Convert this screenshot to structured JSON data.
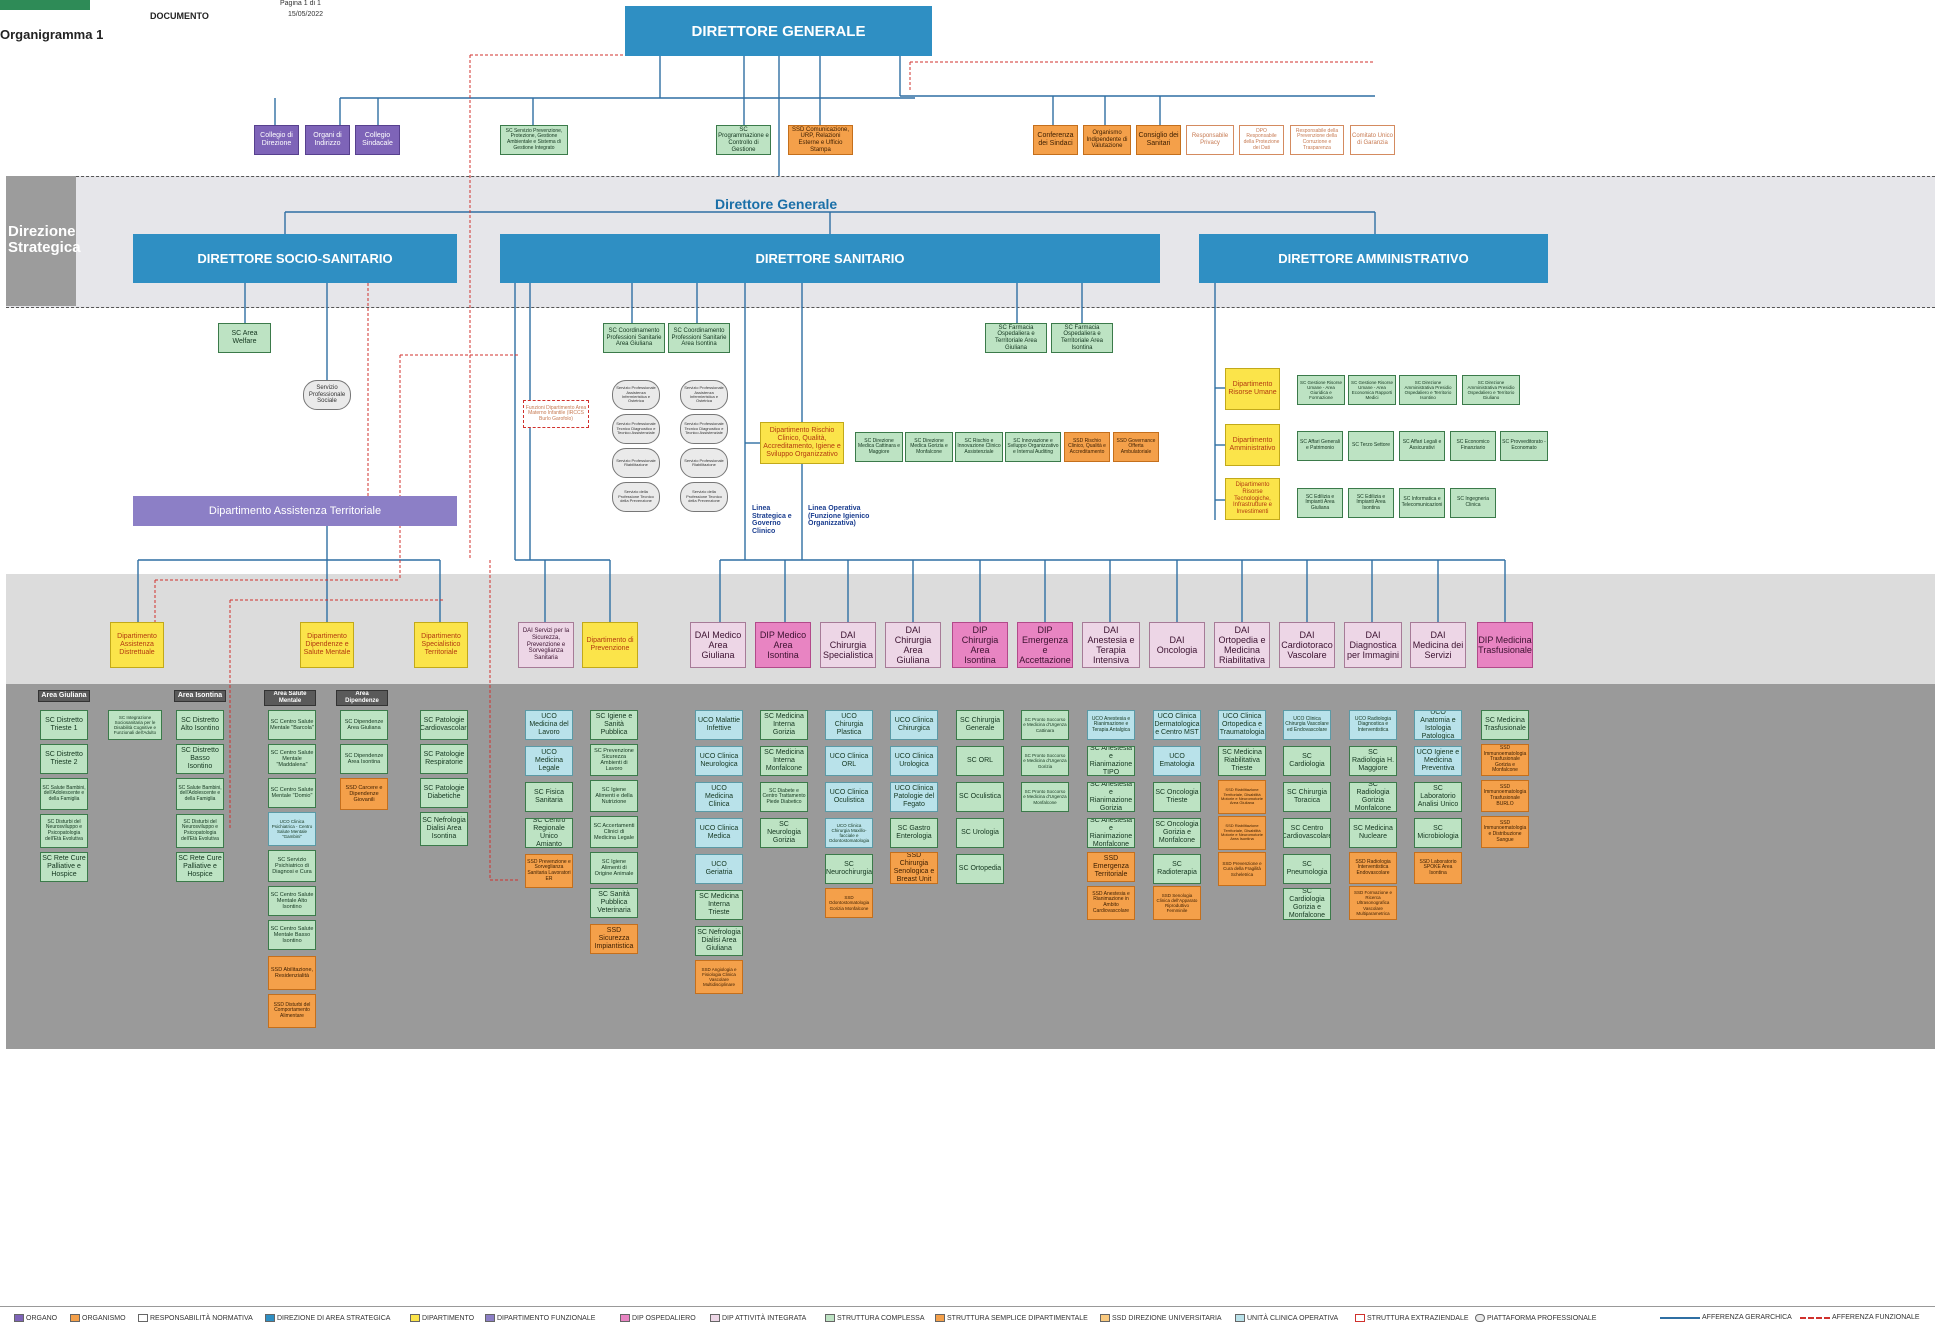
{
  "header": {
    "page": "Pagina 1 di 1",
    "document": "DOCUMENTO",
    "date": "15/05/2022",
    "title": "Organigramma 1"
  },
  "top": {
    "direttore_generale": "DIRETTORE GENERALE"
  },
  "dg_left": [
    "Collegio di Direzione",
    "Organi di Indirizzo",
    "Collegio Sindacale"
  ],
  "dg_mid": [
    "SC Servizio Prevenzione, Protezione, Gestione Ambientale e Sistema di Gestione Integrato",
    "SC Programmazione e Controllo di Gestione",
    "SSD Comunicazione, URP, Relazioni Esterne e Ufficio Stampa"
  ],
  "dg_right": [
    "Conferenza dei Sindaci",
    "Organismo Indipendente di Valutazione",
    "Consiglio dei Sanitari",
    "Responsabile Privacy",
    "DPO Responsabile della Protezione dei Dati",
    "Responsabile della Prevenzione della Corruzione e Trasparenza",
    "Comitato Unico di Garanzia"
  ],
  "strategic": {
    "label": "Direzione Strategica",
    "dg_label": "Direttore Generale",
    "socio": "DIRETTORE SOCIO-SANITARIO",
    "sanitario": "DIRETTORE SANITARIO",
    "amministrativo": "DIRETTORE AMMINISTRATIVO"
  },
  "socio": {
    "welfare": "SC Area Welfare",
    "sociale": "Servizio Professionale Sociale",
    "dat": "Dipartimento Assistenza Territoriale"
  },
  "sanitario": {
    "coord": [
      "SC Coordinamento Professioni Sanitarie Area Giuliana",
      "SC Coordinamento Professioni Sanitarie Area Isontina"
    ],
    "coord_services": [
      "Servizio Professionale Assistenza Infermieristica e Ostetrica",
      "Servizio Professionale Tecnico Diagnostico e Tecnico Assistenziale",
      "Servizio Professionale Riabilitazione",
      "Servizio della Professione Tecnico della Prevenzione"
    ],
    "funzioni": "Funzioni Dipartimento Area Materno Infantile (IRCCS Burlo Garofolo)",
    "farmacia": [
      "SC Farmacia Ospedaliera e Territoriale Area Giuliana",
      "SC Farmacia Ospedaliera e Territoriale Area Isontina"
    ],
    "rischio": "Dipartimento Rischio Clinico, Qualità, Accreditamento, Igiene e Sviluppo Organizzativo",
    "rischio_children": [
      "SC Direzione Medica Cattinara e Maggiore",
      "SC Direzione Medica Gorizia e Monfalcone",
      "SC Rischio e Innovazione Clinico Assistenziale",
      "SC Innovazione e Sviluppo Organizzativo e Internal Auditing",
      "SSD Rischio Clinico, Qualità e Accreditamento",
      "SSD Governance Offerta Ambulatoriale"
    ],
    "linea_strategica": "Linea Strategica e Governo Clinico",
    "linea_operativa": "Linea Operativa (Funzione Igienico Organizzativa)"
  },
  "amm": {
    "risorse": "Dipartimento Risorse Umane",
    "risorse_children": [
      "SC Gestione Risorse Umane - Area Giuridica e Formazione",
      "SC Gestione Risorse Umane - Area Economica Rapporti Medici",
      "SC Direzione Amministrativa Presidio Ospedaliero e Territorio Isontino",
      "SC Direzione Amministrativa Presidio Ospedaliero e Territorio Giuliano"
    ],
    "amministrativo": "Dipartimento Amministrativo",
    "amministrativo_children": [
      "SC Affari Generali e Patrimonio",
      "SC Terzo Settore",
      "SC Affari Legali e Assicurativi",
      "SC Economico Finanziario",
      "SC Provveditorato - Economato"
    ],
    "tecnologie": "Dipartimento Risorse Tecnologiche, Infrastrutture e Investimenti",
    "tecnologie_children": [
      "SC Edilizia e Impianti Area Giuliana",
      "SC Edilizia e Impianti Area Isontina",
      "SC Informatica e Telecomunicazioni",
      "SC Ingegneria Clinica"
    ]
  },
  "left_depts": [
    {
      "name": "Dipartimento Assistenza Distrettuale",
      "groups": [
        {
          "head": "Area Giuliana",
          "items": [
            "SC Distretto Trieste 1",
            "SC Distretto Trieste 2",
            "SC Salute Bambini, dell'Adolescente e della Famiglia",
            "SC Disturbi del Neurosviluppo e Psicopatologia dell'Età Evolutiva",
            "SC Rete Cure Palliative e Hospice"
          ]
        },
        {
          "head": "",
          "items": [
            "SC Integrazione Sociosanitaria per le Disabilità Cognitive e Funzionali dell'Adulto"
          ]
        },
        {
          "head": "Area Isontina",
          "items": [
            "SC Distretto Alto Isontino",
            "SC Distretto Basso Isontino",
            "SC Salute Bambini, dell'Adolescente e della Famiglia",
            "SC Disturbi del Neurosviluppo e Psicopatologia dell'Età Evolutiva",
            "SC Rete Cure Palliative e Hospice"
          ]
        }
      ]
    },
    {
      "name": "Dipartimento Dipendenze e Salute Mentale",
      "groups": [
        {
          "head": "Area Salute Mentale",
          "items": [
            "SC Centro Salute Mentale \"Barcola\"",
            "SC Centro Salute Mentale \"Maddalena\"",
            "SC Centro Salute Mentale \"Domio\"",
            "UCO Clinica Psichiatrica - Centro Salute Mentale \"Gambini\"",
            "SC Servizio Psichiatrico di Diagnosi e Cura",
            "SC Centro Salute Mentale Alto Isontino",
            "SC Centro Salute Mentale Basso Isontino",
            "SSD Abilitazione, Residenzialità",
            "SSD Disturbi del Comportamento Alimentare"
          ]
        },
        {
          "head": "Area Dipendenze",
          "items": [
            "SC Dipendenze Area Giuliana",
            "SC Dipendenze Area Isontina",
            "SSD Carcere e Dipendenze Giovanili"
          ]
        }
      ]
    },
    {
      "name": "Dipartimento Specialistico Territoriale",
      "groups": [
        {
          "head": "",
          "items": [
            "SC Patologie Cardiovascolari",
            "SC Patologie Respiratorie",
            "SC Patologie Diabetiche",
            "SC Nefrologia Dialisi Area Isontina"
          ]
        }
      ]
    }
  ],
  "dai_cols": [
    {
      "name": "DAI Servizi per la Sicurezza, Prevenzione e Sorveglianza Sanitaria",
      "items": [
        "UCO Medicina del Lavoro",
        "UCO Medicina Legale",
        "SC Fisica Sanitaria",
        "SC Centro Regionale Unico Amianto",
        "SSD Prevenzione e Sorveglianza Sanitaria Lavoratori ER"
      ]
    },
    {
      "name": "Dipartimento di Prevenzione",
      "items": [
        "SC Igiene e Sanità Pubblica",
        "SC Prevenzione Sicurezza Ambienti di Lavoro",
        "SC Igiene Alimenti e della Nutrizione",
        "SC Accertamenti Clinici di Medicina Legale",
        "SC Igiene Alimenti di Origine Animale",
        "SC Sanità Pubblica Veterinaria",
        "SSD Sicurezza Impiantistica"
      ]
    },
    {
      "name": "DAI Medico Area Giuliana",
      "items": [
        "UCO Malattie Infettive",
        "UCO Clinica Neurologica",
        "UCO Medicina Clinica",
        "UCO Clinica Medica",
        "UCO Geriatria",
        "SC Medicina Interna Trieste",
        "SC Nefrologia Dialisi Area Giuliana",
        "SSD Angiologia e Fisiologia Clinica Vascolare Multidisciplinare"
      ]
    },
    {
      "name": "DIP Medico Area Isontina",
      "items": [
        "SC Medicina Interna Gorizia",
        "SC Medicina Interna Monfalcone",
        "SC Diabete e Centro Trattamento Piede Diabetico",
        "SC Neurologia Gorizia"
      ]
    },
    {
      "name": "DAI Chirurgia Specialistica",
      "items": [
        "UCO Chirurgia Plastica",
        "UCO Clinica ORL",
        "UCO Clinica Oculistica",
        "UCO Clinica Chirurgia Maxillo-facciale e Odontostomatologia",
        "SC Neurochirurgia",
        "SSD Odontostomatologia Gorizia Monfalcone"
      ]
    },
    {
      "name": "DAI Chirurgia Area Giuliana",
      "items": [
        "UCO Clinica Chirurgica",
        "UCO Clinica Urologica",
        "UCO Clinica Patologie del Fegato",
        "SC Gastro Enterologia",
        "SSD Chirurgia Senologica e Breast Unit"
      ]
    },
    {
      "name": "DIP Chirurgia Area Isontina",
      "items": [
        "SC Chirurgia Generale",
        "SC ORL",
        "SC Oculistica",
        "SC Urologia",
        "SC Ortopedia"
      ]
    },
    {
      "name": "DIP Emergenza e Accettazione",
      "items": [
        "SC Pronto Soccorso e Medicina d'Urgenza Cattinara",
        "SC Pronto Soccorso e Medicina d'Urgenza Gorizia",
        "SC Pronto Soccorso e Medicina d'Urgenza Monfalcone"
      ]
    },
    {
      "name": "DAI Anestesia e Terapia Intensiva",
      "items": [
        "UCO Anestesia e Rianimazione e Terapia Antalgica",
        "SC Anestesia e Rianimazione TIPO",
        "SC Anestesia e Rianimazione Gorizia",
        "SC Anestesia e Rianimazione Monfalcone",
        "SSD Emergenza Territoriale",
        "SSD Anestesia e Rianimazione in Ambito Cardiovascolare"
      ]
    },
    {
      "name": "DAI Oncologia",
      "items": [
        "UCO Clinica Dermatologica e Centro MST",
        "UCO Ematologia",
        "SC Oncologia Trieste",
        "SC Oncologia Gorizia e Monfalcone",
        "SC Radioterapia",
        "SSD Senologia Clinica dell'Apparato Riproduttivo Femminile"
      ]
    },
    {
      "name": "DAI Ortopedia e Medicina Riabilitativa",
      "items": [
        "UCO Clinica Ortopedica e Traumatologia",
        "SC Medicina Riabilitativa Trieste",
        "SSD Riabilitazione Territoriale, Disabilità Motorie e Neuromotorie Area Giuliana",
        "SSD Riabilitazione Territoriale, Disabilità Motorie e Neuromotorie Area Isontina",
        "SSD Prevenzione e Cura della Fragilità Scheletrica"
      ]
    },
    {
      "name": "DAI Cardiotoraco Vascolare",
      "items": [
        "UCO Clinica Chirurgia Vascolare ed Endovascolare",
        "SC Cardiologia",
        "SC Chirurgia Toracica",
        "SC Centro Cardiovascolare",
        "SC Pneumologia",
        "SC Cardiologia Gorizia e Monfalcone"
      ]
    },
    {
      "name": "DAI Diagnostica per Immagini",
      "items": [
        "UCO Radiologia Diagnostica e Interventistica",
        "SC Radiologia H. Maggiore",
        "SC Radiologia Gorizia Monfalcone",
        "SC Medicina Nucleare",
        "SSD Radiologia Interventistica Endovascolare",
        "SSD Formazione e Ricerca Ultrasonografica Vascolare Multiparametrica"
      ]
    },
    {
      "name": "DAI Medicina dei Servizi",
      "items": [
        "UCO Anatomia e Istologia Patologica",
        "UCO Igiene e Medicina Preventiva",
        "SC Laboratorio Analisi Unico",
        "SC Microbiologia",
        "SSD Laboratorio SPOKE Area Isontina"
      ]
    },
    {
      "name": "DIP Medicina Trasfusionale",
      "items": [
        "SC Medicina Trasfusionale",
        "SSD Immunoematologia Trasfusionale Gorizia e Monfalcone",
        "SSD Immunoematologia Trasfusionale BURLO",
        "SSD Immunoematologia e Distribuzione Sangue"
      ]
    }
  ],
  "legend": [
    "ORGANO",
    "ORGANISMO",
    "RESPONSABILITÀ NORMATIVA",
    "DIREZIONE DI AREA STRATEGICA",
    "DIPARTIMENTO",
    "DIPARTIMENTO FUNZIONALE",
    "DIP OSPEDALIERO",
    "DIP ATTIVITÀ INTEGRATA",
    "STRUTTURA COMPLESSA",
    "STRUTTURA SEMPLICE DIPARTIMENTALE",
    "SSD DIREZIONE UNIVERSITARIA",
    "UNITÀ CLINICA OPERATIVA",
    "STRUTTURA EXTRAZIENDALE",
    "PIATTAFORMA PROFESSIONALE",
    "AFFERENZA GERARCHICA",
    "AFFERENZA FUNZIONALE"
  ],
  "colors": {
    "blue": "#2f8fc3",
    "green": "#bde3c3",
    "orange": "#f4a04a",
    "purple": "#7e64b8",
    "yellow": "#fbe44a",
    "pink": "#f2c3e0",
    "teal": "#b9e2ea"
  }
}
